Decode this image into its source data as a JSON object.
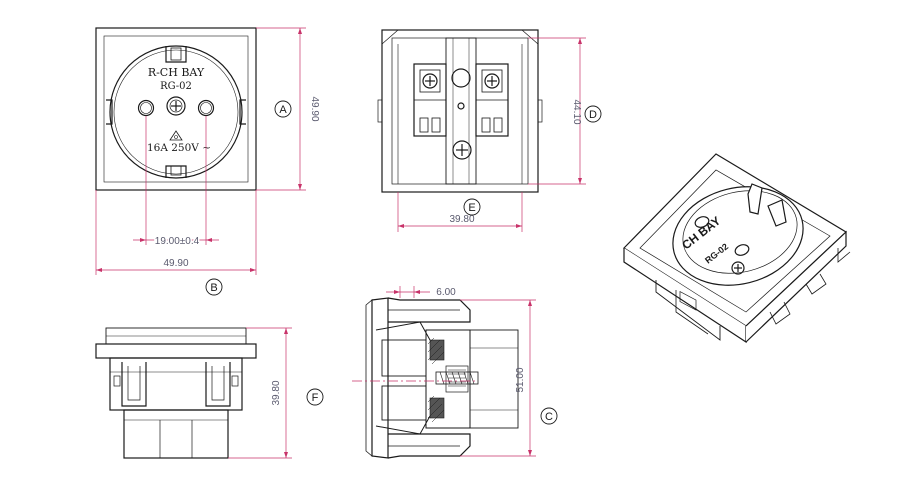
{
  "colors": {
    "outline": "#1a1a1a",
    "dimension": "#c8336a",
    "dimension_text": "#5a5a6e",
    "background": "#ffffff"
  },
  "front_view": {
    "brand": "R-CH BAY",
    "model": "RG-02",
    "rating": "16A 250V ~",
    "rating_symbol": "~"
  },
  "iso_view": {
    "brand": "CH BAY",
    "model": "RG-02"
  },
  "dimensions": {
    "pin_spacing": "19.00±0.4",
    "front_width": "49.90",
    "front_height": "49.90",
    "rear_width": "39.80",
    "rear_height": "44.10",
    "bottom_height": "39.80",
    "side_height": "51.00",
    "side_depth": "6.00"
  },
  "callouts": {
    "a": "A",
    "b": "B",
    "c": "C",
    "d": "D",
    "e": "E",
    "f": "F"
  }
}
